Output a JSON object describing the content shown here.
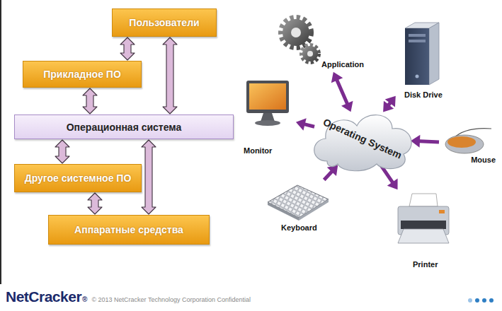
{
  "diagram": {
    "nodes": [
      {
        "text": [
          "Пользователи"
        ]
      },
      {
        "text": [
          "Прикладное ПО"
        ]
      },
      {
        "text": [
          "Операционная система"
        ]
      },
      {
        "text": [
          "Другое системное ПО"
        ]
      },
      {
        "text": [
          "Аппаратные средства"
        ]
      },
      {
        "text": [
          "Operating System"
        ]
      },
      {
        "text": [
          "Application"
        ]
      },
      {
        "text": [
          "Disk Drive"
        ]
      },
      {
        "text": [
          "Mouse"
        ]
      },
      {
        "text": [
          "Printer"
        ]
      },
      {
        "text": [
          "Keyboard"
        ]
      },
      {
        "text": [
          "Monitor"
        ]
      }
    ],
    "edges": [
      {
        "from": 0,
        "to": 1,
        "arrow": "both"
      },
      {
        "from": 1,
        "to": 2,
        "arrow": "both"
      },
      {
        "from": 0,
        "to": 2,
        "arrow": "both"
      },
      {
        "from": 2,
        "to": 3,
        "arrow": "both"
      },
      {
        "from": 3,
        "to": 4,
        "arrow": "both"
      },
      {
        "from": 2,
        "to": 4,
        "arrow": "both"
      },
      {
        "from": 5,
        "to": 6,
        "arrow": "both"
      },
      {
        "from": 5,
        "to": 7,
        "arrow": "both"
      },
      {
        "from": 8,
        "to": 5,
        "arrow": "to"
      },
      {
        "from": 5,
        "to": 11,
        "arrow": "to"
      },
      {
        "from": 10,
        "to": 5,
        "arrow": "to"
      },
      {
        "from": 5,
        "to": 9,
        "arrow": "to"
      }
    ],
    "labels": [
      "NetCracker",
      "®",
      "© 2013 NetCracker Technology Corporation Confidential"
    ]
  }
}
